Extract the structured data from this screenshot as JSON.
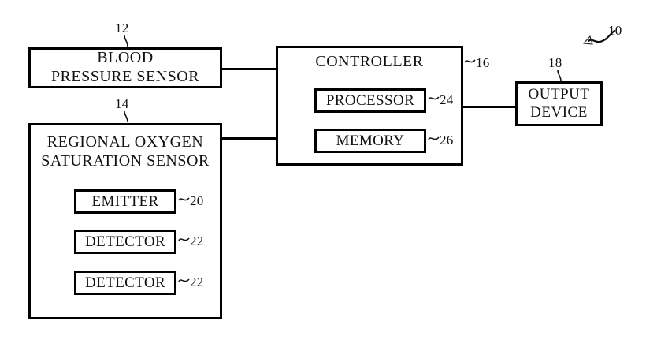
{
  "figure": {
    "type": "patent-block-diagram",
    "assembly_reference": "10",
    "blocks": [
      {
        "id": "blood-pressure-sensor",
        "label": "BLOOD\nPRESSURE SENSOR",
        "reference": "12"
      },
      {
        "id": "regional-oxygen-saturation-sensor",
        "label": "REGIONAL OXYGEN\nSATURATION SENSOR",
        "reference": "14",
        "children": [
          {
            "id": "emitter",
            "label": "EMITTER",
            "reference": "20"
          },
          {
            "id": "detector-1",
            "label": "DETECTOR",
            "reference": "22"
          },
          {
            "id": "detector-2",
            "label": "DETECTOR",
            "reference": "22"
          }
        ]
      },
      {
        "id": "controller",
        "label": "CONTROLLER",
        "reference": "16",
        "children": [
          {
            "id": "processor",
            "label": "PROCESSOR",
            "reference": "24"
          },
          {
            "id": "memory",
            "label": "MEMORY",
            "reference": "26"
          }
        ]
      },
      {
        "id": "output-device",
        "label": "OUTPUT\nDEVICE",
        "reference": "18"
      }
    ],
    "connections": [
      {
        "from": "blood-pressure-sensor",
        "to": "controller"
      },
      {
        "from": "regional-oxygen-saturation-sensor",
        "to": "controller"
      },
      {
        "from": "controller",
        "to": "output-device"
      }
    ],
    "colors": {
      "line": "#000000",
      "text": "#111111",
      "background": "#ffffff"
    }
  }
}
